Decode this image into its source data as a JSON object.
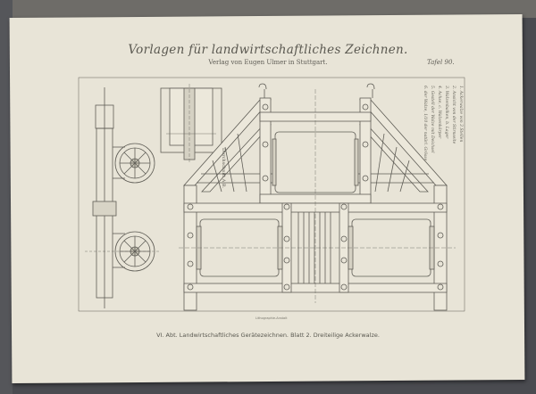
{
  "sheet": {
    "title": "Vorlagen für landwirtschaftliches Zeichnen.",
    "publisher": "Verlag von Eugen Ulmer in Stuttgart.",
    "plate": "Tafel 90.",
    "caption": "VI. Abt. Landwirtschaftliches Gerätezeichnen. Blatt 2. Dreiteilige Ackerwalze.",
    "engraver": "Lithographie-Anstalt",
    "section_label": "Durchschnitt A B.",
    "legend": [
      "1. Ackerwalze von 3 Stellen",
      "2. Ansicht von der Stirnseite",
      "3. Walzenbalken, b. Lager",
      "4. Achse, c. Walzenkörper",
      "5. Gestell der Walze mit Deichsel",
      "6. der Walze, 1/10 der natürl. Grösse"
    ]
  }
}
